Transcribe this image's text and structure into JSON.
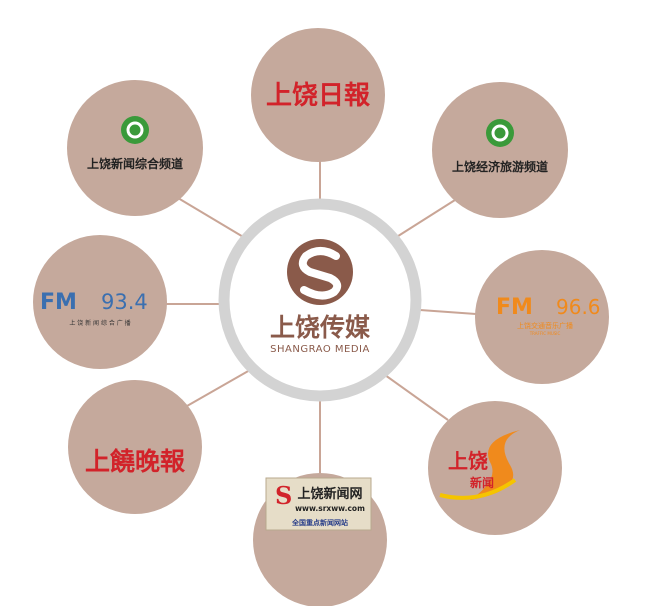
{
  "colors": {
    "node": "#c5a99c",
    "line": "#c9a596",
    "ring": "#d3d3d3",
    "brand": "#8a5a4a",
    "red": "#d2232a",
    "blue": "#3a6fb0",
    "orange": "#f08a1c",
    "green": "#3a9a3a"
  },
  "center": {
    "title": "上饶传媒",
    "subtitle": "SHANGRAO MEDIA",
    "icon": "s-logo-icon"
  },
  "nodes": {
    "top": {
      "label": "上饶日報"
    },
    "top_left": {
      "label": "上饶新闻综合频道",
      "icon": "channel-logo-icon"
    },
    "top_right": {
      "label": "上饶经济旅游频道",
      "icon": "channel-logo-icon"
    },
    "left": {
      "fm": "FM",
      "freq": "93.4",
      "sub": "上 饶 新 闻 综 合 广 播"
    },
    "right": {
      "fm": "FM",
      "freq": "96.6",
      "sub": "上饶交通音乐广播",
      "sub2": "TRAFFIC MUSIC"
    },
    "bottom_left": {
      "label": "上饒晚報"
    },
    "bottom": {
      "title": "上饶新闻网",
      "url": "www.srxww.com",
      "tag": "全国重点新闻网站"
    },
    "bottom_right": {
      "title": "上饶",
      "sub": "新闻"
    }
  }
}
